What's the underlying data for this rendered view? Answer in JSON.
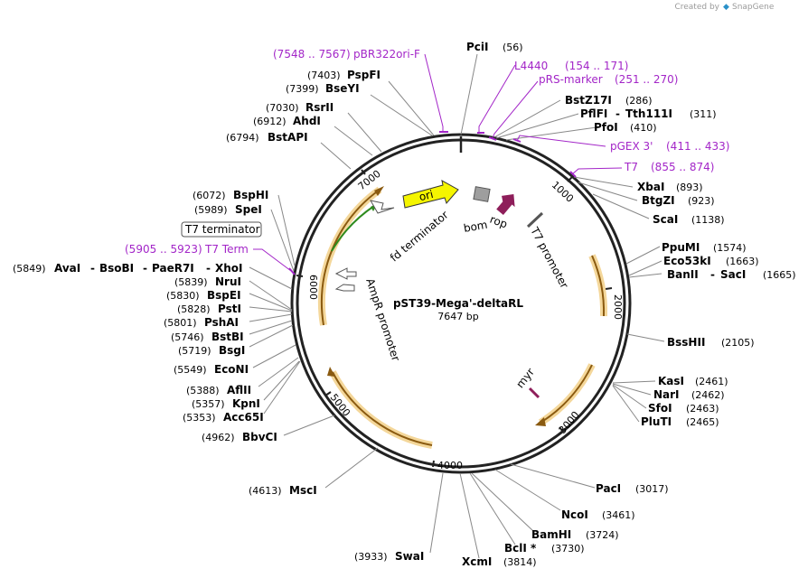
{
  "credit": "Created by",
  "brand": "SnapGene",
  "plasmid": {
    "name": "pST39-Mega'-deltaRL",
    "length": "7647 bp"
  },
  "ticks": [
    "1000",
    "2000",
    "3000",
    "4000",
    "5000",
    "6000",
    "7000"
  ],
  "features": {
    "ori": "ori",
    "bom": "bom",
    "rop": "rop",
    "t7_promoter": "T7 promoter",
    "fd_terminator": "fd terminator",
    "ampr_promoter": "AmpR promoter",
    "myr": "myr",
    "t7_terminator": "T7 terminator"
  },
  "primers": [
    {
      "name": "pBR322ori-F",
      "pos": "(7548 .. 7567)"
    },
    {
      "name": "L4440",
      "pos": "(154 .. 171)"
    },
    {
      "name": "pRS-marker",
      "pos": "(251 .. 270)"
    },
    {
      "name": "pGEX 3'",
      "pos": "(411 .. 433)"
    },
    {
      "name": "T7",
      "pos": "(855 .. 874)"
    },
    {
      "name": "T7 Term",
      "pos": "(5905 .. 5923)"
    }
  ],
  "sites": {
    "pcii": {
      "name": "PciI",
      "pos": "(56)"
    },
    "pspfi": {
      "name": "PspFI",
      "pos": "(7403)"
    },
    "bseyi": {
      "name": "BseYI",
      "pos": "(7399)"
    },
    "rsrii": {
      "name": "RsrII",
      "pos": "(7030)"
    },
    "ahdi": {
      "name": "AhdI",
      "pos": "(6912)"
    },
    "bstapi": {
      "name": "BstAPI",
      "pos": "(6794)"
    },
    "bstz17i": {
      "name": "BstZ17I",
      "pos": "(286)"
    },
    "pflfi": {
      "name": "PflFI",
      "pos": "(311)"
    },
    "tth111i": {
      "name": "Tth111I"
    },
    "pfoi": {
      "name": "PfoI",
      "pos": "(410)"
    },
    "xbai": {
      "name": "XbaI",
      "pos": "(893)"
    },
    "btgzi": {
      "name": "BtgZI",
      "pos": "(923)"
    },
    "scai": {
      "name": "ScaI",
      "pos": "(1138)"
    },
    "ppumi": {
      "name": "PpuMI",
      "pos": "(1574)"
    },
    "eco53ki": {
      "name": "Eco53kI",
      "pos": "(1663)"
    },
    "banii": {
      "name": "BanII"
    },
    "saci": {
      "name": "SacI",
      "pos": "(1665)"
    },
    "bsshii": {
      "name": "BssHII",
      "pos": "(2105)"
    },
    "kasi": {
      "name": "KasI",
      "pos": "(2461)"
    },
    "nari": {
      "name": "NarI",
      "pos": "(2462)"
    },
    "sfoi": {
      "name": "SfoI",
      "pos": "(2463)"
    },
    "pluti": {
      "name": "PluTI",
      "pos": "(2465)"
    },
    "paci": {
      "name": "PacI",
      "pos": "(3017)"
    },
    "ncoi": {
      "name": "NcoI",
      "pos": "(3461)"
    },
    "bamhi": {
      "name": "BamHI",
      "pos": "(3724)"
    },
    "bcli": {
      "name": "BclI *",
      "pos": "(3730)"
    },
    "xcmi": {
      "name": "XcmI",
      "pos": "(3814)"
    },
    "swai": {
      "name": "SwaI",
      "pos": "(3933)"
    },
    "msci": {
      "name": "MscI",
      "pos": "(4613)"
    },
    "bbvci": {
      "name": "BbvCI",
      "pos": "(4962)"
    },
    "acc65i": {
      "name": "Acc65I",
      "pos": "(5353)"
    },
    "kpni": {
      "name": "KpnI",
      "pos": "(5357)"
    },
    "aflii": {
      "name": "AflII",
      "pos": "(5388)"
    },
    "econi": {
      "name": "EcoNI",
      "pos": "(5549)"
    },
    "bsgi": {
      "name": "BsgI",
      "pos": "(5719)"
    },
    "bstbi": {
      "name": "BstBI",
      "pos": "(5746)"
    },
    "pshai": {
      "name": "PshAI",
      "pos": "(5801)"
    },
    "psti": {
      "name": "PstI",
      "pos": "(5828)"
    },
    "bspei": {
      "name": "BspEI",
      "pos": "(5830)"
    },
    "nrui": {
      "name": "NruI",
      "pos": "(5839)"
    },
    "avai": {
      "name": "AvaI",
      "pos": "(5849)"
    },
    "bsobi": {
      "name": "BsoBI"
    },
    "paer7i": {
      "name": "PaeR7I"
    },
    "xhoi": {
      "name": "XhoI"
    },
    "spei": {
      "name": "SpeI",
      "pos": "(5989)"
    },
    "bsphi": {
      "name": "BspHI",
      "pos": "(6072)"
    }
  },
  "colors": {
    "primer": "#a326c8",
    "ori": "#f5f500",
    "bom": "#9e9e9e",
    "rop": "#8e1e5a",
    "cds": "#e8a33d",
    "green": "#2e8b1e"
  }
}
